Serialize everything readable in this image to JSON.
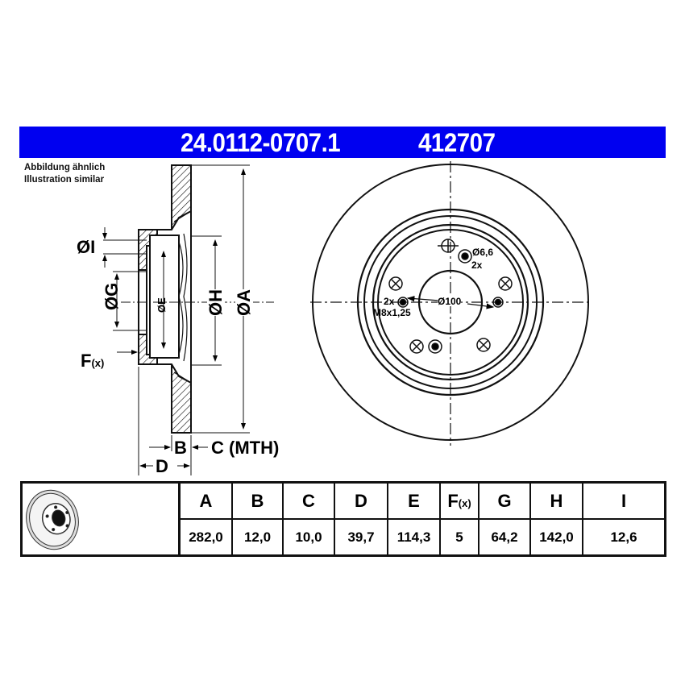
{
  "header": {
    "article_number": "24.0112-0707.1",
    "short_number": "412707",
    "background_color": "#0000f0",
    "text_color": "#ffffff"
  },
  "note": {
    "line_de": "Abbildung ähnlich",
    "line_en": "Illustration similar"
  },
  "side_view": {
    "labels": {
      "I": "ØI",
      "G": "ØG",
      "E": "ØE",
      "H": "ØH",
      "A": "ØA",
      "F": "F",
      "F_suffix": "(x)",
      "B": "B",
      "C": "C (MTH)",
      "D": "D"
    }
  },
  "front_view": {
    "labels": {
      "hole_diameter": "Ø6,6",
      "hole_count": "2x",
      "thread_count": "2x",
      "thread_spec": "M8x1,25",
      "pcd": "Ø100"
    }
  },
  "spec_table": {
    "icon": "brake-disc-icon",
    "columns": [
      {
        "key": "A",
        "label": "A",
        "value": "282,0"
      },
      {
        "key": "B",
        "label": "B",
        "value": "12,0"
      },
      {
        "key": "C",
        "label": "C",
        "value": "10,0"
      },
      {
        "key": "D",
        "label": "D",
        "value": "39,7"
      },
      {
        "key": "E",
        "label": "E",
        "value": "114,3"
      },
      {
        "key": "F",
        "label": "F",
        "label_suffix": "(x)",
        "value": "5"
      },
      {
        "key": "G",
        "label": "G",
        "value": "64,2"
      },
      {
        "key": "H",
        "label": "H",
        "value": "142,0"
      },
      {
        "key": "I",
        "label": "I",
        "value": "12,6"
      }
    ]
  }
}
